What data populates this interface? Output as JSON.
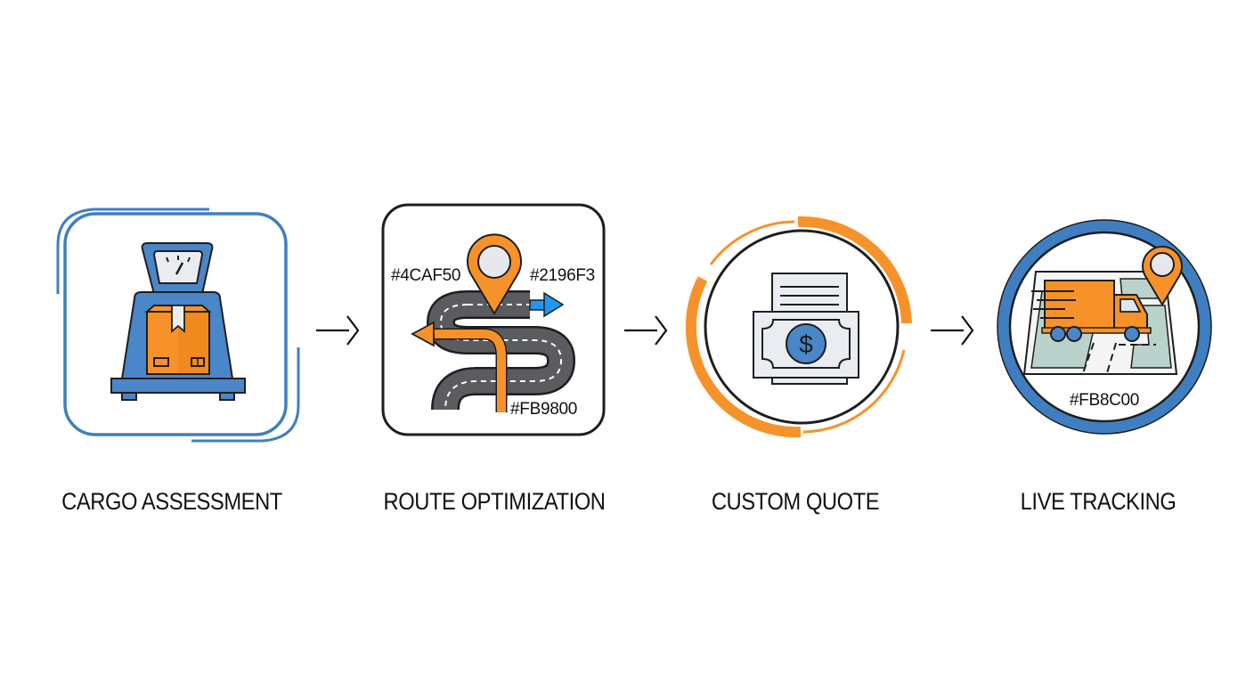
{
  "diagram": {
    "title": "Logistics service process",
    "steps": [
      {
        "id": "cargo",
        "label": "CARGO ASSESSMENT",
        "icon": "weighing-scale-box-icon"
      },
      {
        "id": "route",
        "label": "ROUTE OPTIMIZATION",
        "icon": "winding-road-pin-icon",
        "annotations": [
          "#4CAF50",
          "#2196F3",
          "#FB9800"
        ]
      },
      {
        "id": "quote",
        "label": "CUSTOM QUOTE",
        "icon": "invoice-dollar-icon"
      },
      {
        "id": "tracking",
        "label": "LIVE TRACKING",
        "icon": "truck-map-pin-icon",
        "annotations": [
          "#FB8C00"
        ]
      }
    ],
    "connectors": [
      "arrow-right",
      "arrow-right",
      "arrow-right"
    ]
  },
  "colors": {
    "blue": "#3F7FC1",
    "blue_light": "#4A90D9",
    "orange": "#F7922A",
    "outline": "#1E1E1E",
    "paper": "#E9EDF1",
    "map_green": "#B9D3CC"
  }
}
